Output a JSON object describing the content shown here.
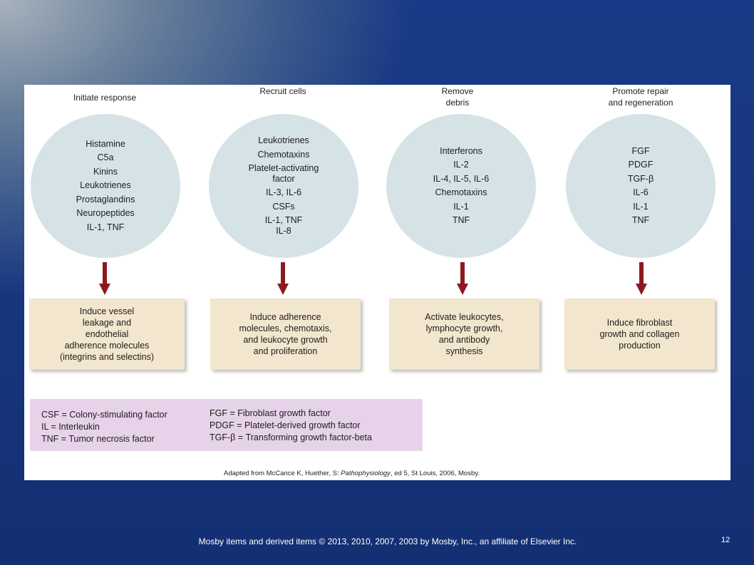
{
  "columns": [
    {
      "title": "Initiate response",
      "items": [
        "Histamine",
        "C5a",
        "Kinins",
        "Leukotrienes",
        "Prostaglandins",
        "Neuropeptides",
        "IL-1, TNF"
      ],
      "effect": "Induce vessel\nleakage and\nendothelial\nadherence molecules\n(integrins and selectins)"
    },
    {
      "title": "Recruit cells",
      "items": [
        "Leukotrienes",
        "Chemotaxins",
        "Platelet-activating\nfactor",
        "IL-3, IL-6",
        "CSFs",
        "IL-1, TNF\nIL-8"
      ],
      "effect": "Induce adherence\nmolecules, chemotaxis,\nand leukocyte growth\nand proliferation"
    },
    {
      "title": "Remove\ndebris",
      "items": [
        "Interferons",
        "IL-2",
        "IL-4, IL-5, IL-6",
        "Chemotaxins",
        "IL-1",
        "TNF"
      ],
      "effect": "Activate leukocytes,\nlymphocyte growth,\nand antibody\nsynthesis"
    },
    {
      "title": "Promote repair\nand regeneration",
      "items": [
        "FGF",
        "PDGF",
        "TGF-β",
        "IL-6",
        "IL-1",
        "TNF"
      ],
      "effect": "Induce fibroblast\ngrowth and collagen\nproduction"
    }
  ],
  "legend": {
    "left": [
      "CSF = Colony-stimulating factor",
      "IL = Interleukin",
      "TNF = Tumor necrosis factor"
    ],
    "right": [
      "FGF = Fibroblast growth factor",
      "PDGF = Platelet-derived growth factor",
      "TGF-β = Transforming growth factor-beta"
    ]
  },
  "credit": {
    "prefix": "Adapted from McCance K, Huether, S: ",
    "title": "Pathophysiology",
    "suffix": ", ed 5, St Louis, 2006, Mosby."
  },
  "footer": "Mosby items and derived items © 2013, 2010, 2007, 2003 by Mosby, Inc., an affiliate of Elsevier Inc.",
  "page_number": "12",
  "colors": {
    "circle": "#d6e3e6",
    "effect_box": "#f3e6ce",
    "legend_box": "#e7d3e9",
    "arrow": "#8b1a1f"
  }
}
